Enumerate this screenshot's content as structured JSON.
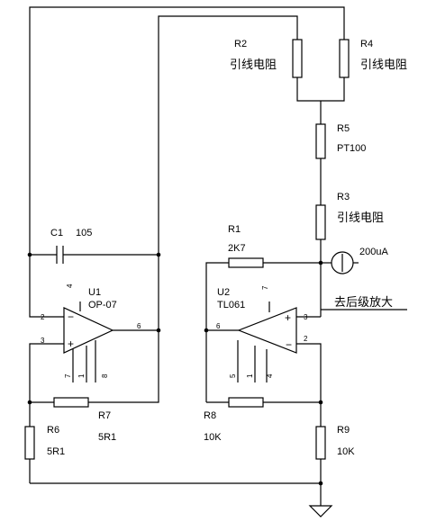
{
  "components": {
    "R2": {
      "ref": "R2",
      "value": "引线电阻"
    },
    "R4": {
      "ref": "R4",
      "value": "引线电阻"
    },
    "R5": {
      "ref": "R5",
      "value": "PT100"
    },
    "R3": {
      "ref": "R3",
      "value": "引线电阻"
    },
    "R1": {
      "ref": "R1",
      "value": "2K7"
    },
    "C1": {
      "ref": "C1",
      "value": "105"
    },
    "U1": {
      "ref": "U1",
      "value": "OP-07"
    },
    "U2": {
      "ref": "U2",
      "value": "TL061"
    },
    "R6": {
      "ref": "R6",
      "value": "5R1"
    },
    "R7": {
      "ref": "R7",
      "value": "5R1"
    },
    "R8": {
      "ref": "R8",
      "value": "10K"
    },
    "R9": {
      "ref": "R9",
      "value": "10K"
    }
  },
  "source": {
    "value": "200uA"
  },
  "output_label": "去后级放大",
  "pins": {
    "u1_top": "4",
    "u1_inv": "2",
    "u1_noninv": "3",
    "u1_out": "6",
    "u1_b1": "7",
    "u1_b2": "1",
    "u1_b3": "8",
    "u2_top": "7",
    "u2_noninv": "3",
    "u2_inv": "2",
    "u2_out": "6",
    "u2_b1": "5",
    "u2_b2": "1",
    "u2_b3": "4"
  },
  "signs": {
    "minus": "−",
    "plus": "+"
  }
}
